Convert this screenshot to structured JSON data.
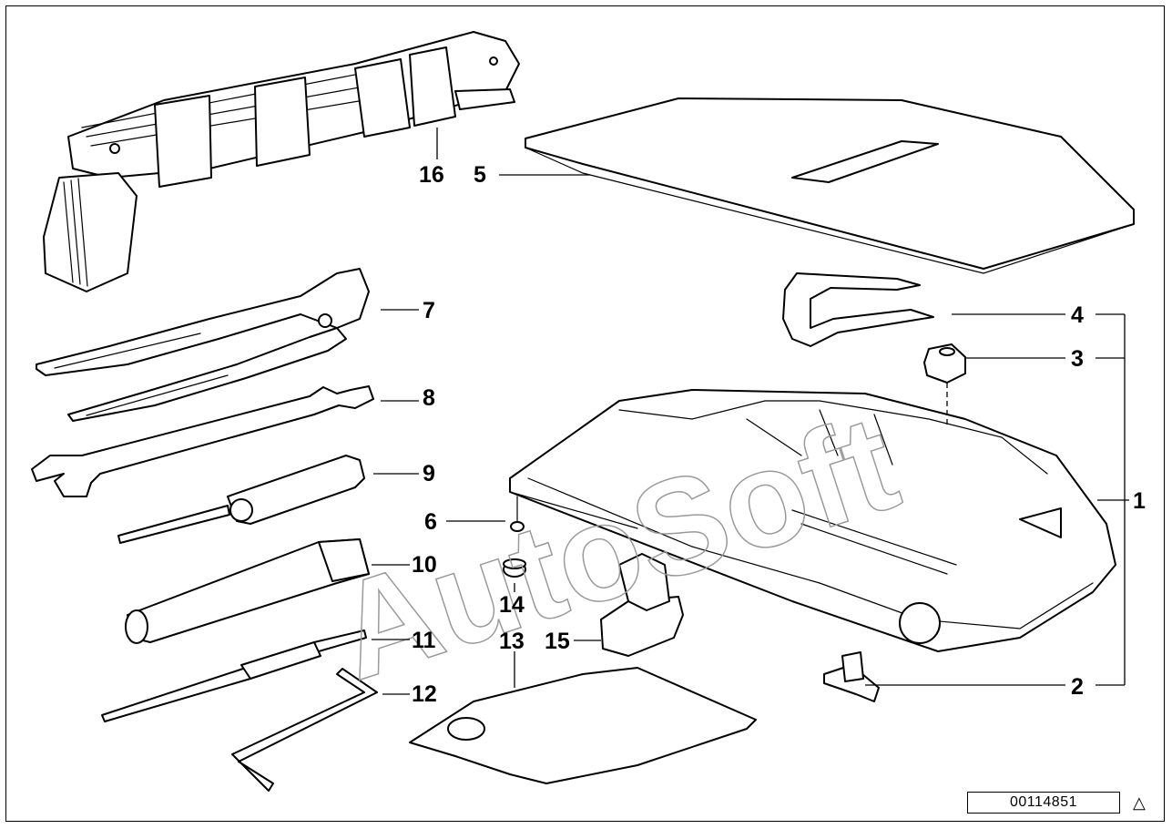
{
  "diagram": {
    "watermark": "AutoSoft",
    "reference_number": "00114851",
    "reference_icon": "warning-triangle-outline-icon",
    "callouts": {
      "c1": "1",
      "c2": "2",
      "c3": "3",
      "c4": "4",
      "c5": "5",
      "c6": "6",
      "c7": "7",
      "c8": "8",
      "c9": "9",
      "c10": "10",
      "c11": "11",
      "c12": "12",
      "c13": "13",
      "c14": "14",
      "c15": "15",
      "c16": "16"
    }
  }
}
